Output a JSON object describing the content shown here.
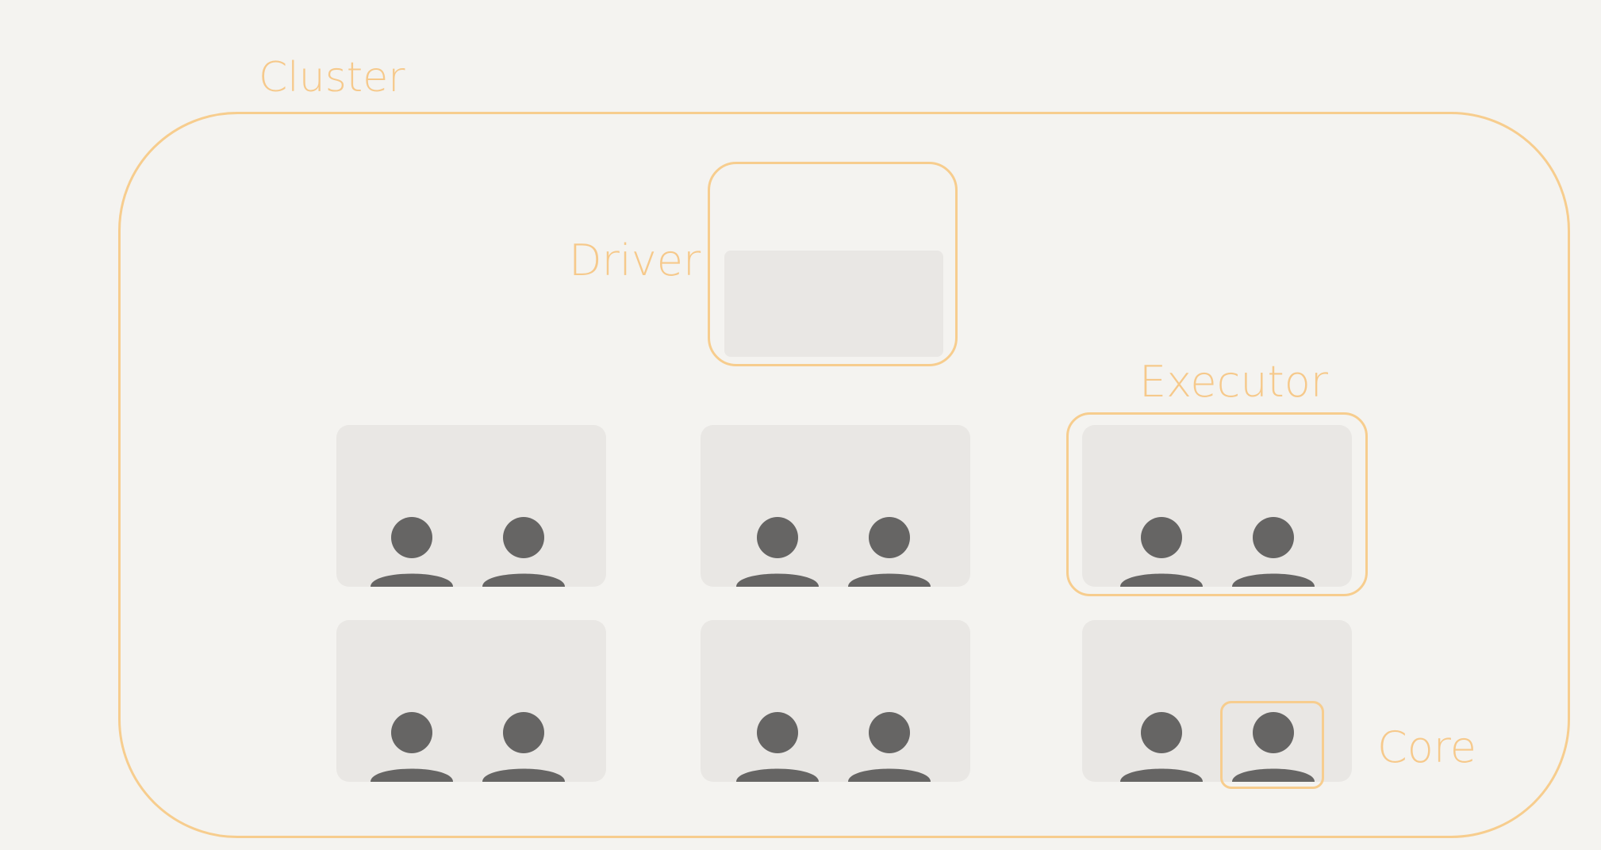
{
  "labels": {
    "cluster": "Cluster",
    "driver": "Driver",
    "executor": "Executor",
    "core": "Core"
  },
  "colors": {
    "background": "#f4f3f0",
    "outline": "#f7cd8e",
    "label": "#f6c98b",
    "node_fill": "#e9e7e4",
    "core_icon": "#666564"
  },
  "icons": {
    "core": "person-icon"
  },
  "executors": [
    {
      "row": 1,
      "col": 1,
      "cores": 2
    },
    {
      "row": 1,
      "col": 2,
      "cores": 2
    },
    {
      "row": 1,
      "col": 3,
      "cores": 2,
      "highlighted": true
    },
    {
      "row": 2,
      "col": 1,
      "cores": 2
    },
    {
      "row": 2,
      "col": 2,
      "cores": 2
    },
    {
      "row": 2,
      "col": 3,
      "cores": 2,
      "highlighted_core": 2
    }
  ]
}
